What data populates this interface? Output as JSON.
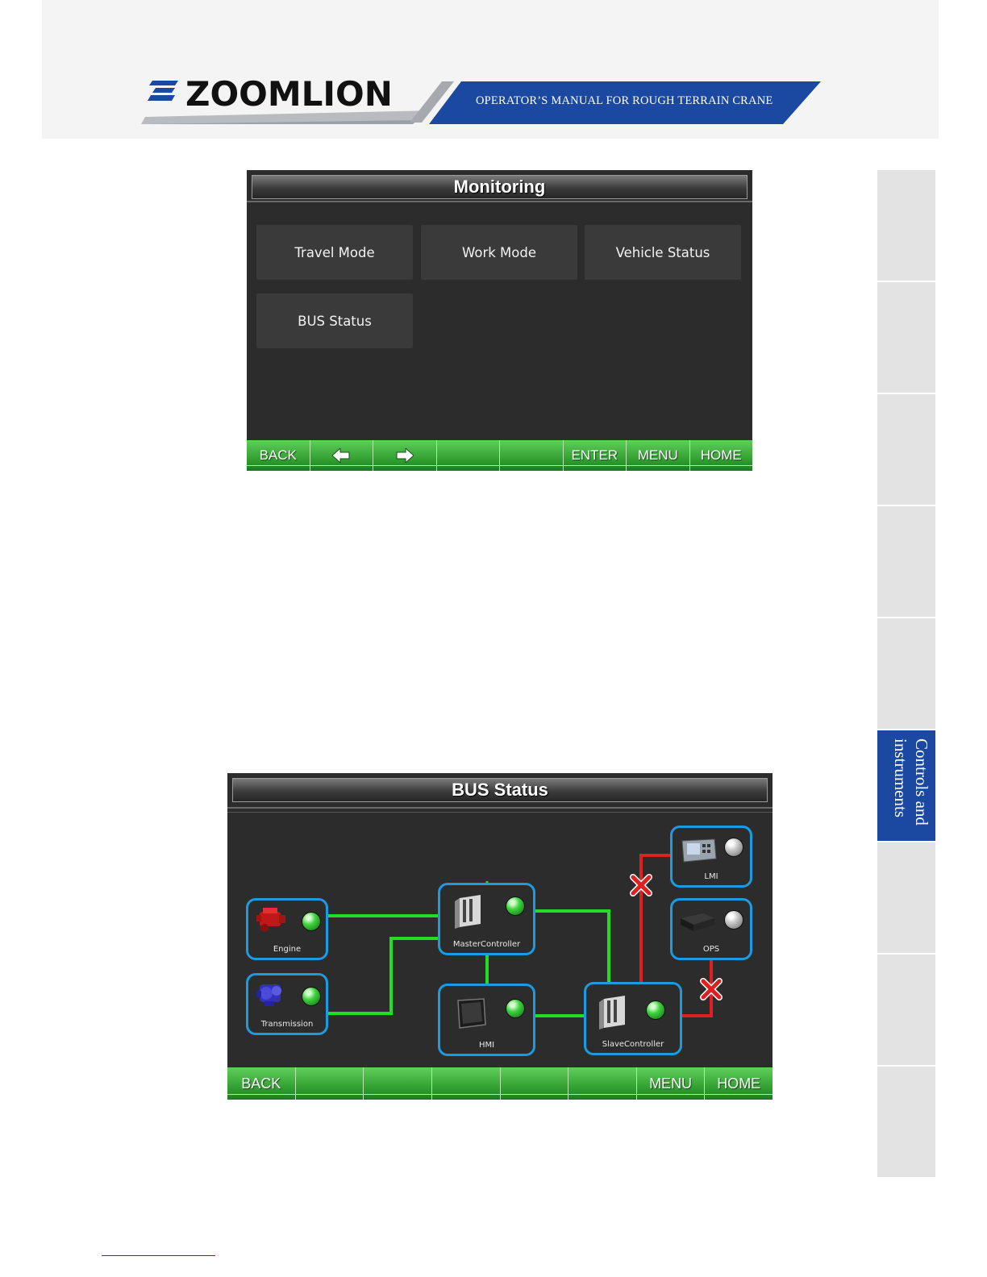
{
  "header": {
    "brand": "ZOOMLION",
    "manual_title": "OPERATOR’S MANUAL FOR ROUGH TERRAIN CRANE"
  },
  "side_tabs": [
    {
      "label": ""
    },
    {
      "label": ""
    },
    {
      "label": ""
    },
    {
      "label": ""
    },
    {
      "label": ""
    },
    {
      "label": "Controls and instruments"
    },
    {
      "label": ""
    },
    {
      "label": ""
    },
    {
      "label": ""
    }
  ],
  "monitoring_screen": {
    "title": "Monitoring",
    "menu_buttons": [
      {
        "label": "Travel Mode"
      },
      {
        "label": "Work Mode"
      },
      {
        "label": "Vehicle Status"
      },
      {
        "label": "BUS Status"
      }
    ],
    "function_keys": [
      "BACK",
      "←",
      "→",
      "",
      "",
      "ENTER",
      "MENU",
      "HOME"
    ]
  },
  "bus_screen": {
    "title": "BUS Status",
    "nodes": [
      {
        "label": "Engine",
        "status": "green",
        "icon": "engine-icon"
      },
      {
        "label": "Transmission",
        "status": "green",
        "icon": "transmission-icon"
      },
      {
        "label": "MasterController",
        "status": "green",
        "icon": "controller-icon"
      },
      {
        "label": "HMI",
        "status": "green",
        "icon": "display-icon"
      },
      {
        "label": "SlaveController",
        "status": "green",
        "icon": "controller-icon"
      },
      {
        "label": "LMI",
        "status": "grey",
        "icon": "lmi-icon"
      },
      {
        "label": "OPS",
        "status": "grey",
        "icon": "ops-icon"
      }
    ],
    "links": [
      {
        "from": "Engine",
        "to": "MasterController",
        "state": "ok"
      },
      {
        "from": "Transmission",
        "to": "MasterController",
        "state": "ok"
      },
      {
        "from": "MasterController",
        "to": "HMI",
        "state": "ok"
      },
      {
        "from": "HMI",
        "to": "SlaveController",
        "state": "ok"
      },
      {
        "from": "MasterController",
        "to": "SlaveController",
        "state": "ok"
      },
      {
        "from": "SlaveController",
        "to": "LMI",
        "state": "fault"
      },
      {
        "from": "SlaveController",
        "to": "OPS",
        "state": "fault"
      }
    ],
    "function_keys": [
      "BACK",
      "",
      "",
      "",
      "",
      "",
      "MENU",
      "HOME"
    ]
  },
  "colors": {
    "ok_link": "#22dd22",
    "fault_link": "#e02020",
    "node_border": "#1c9ce0",
    "accent_blue": "#1b48a0",
    "fkey_green": "#2e9a2e"
  }
}
